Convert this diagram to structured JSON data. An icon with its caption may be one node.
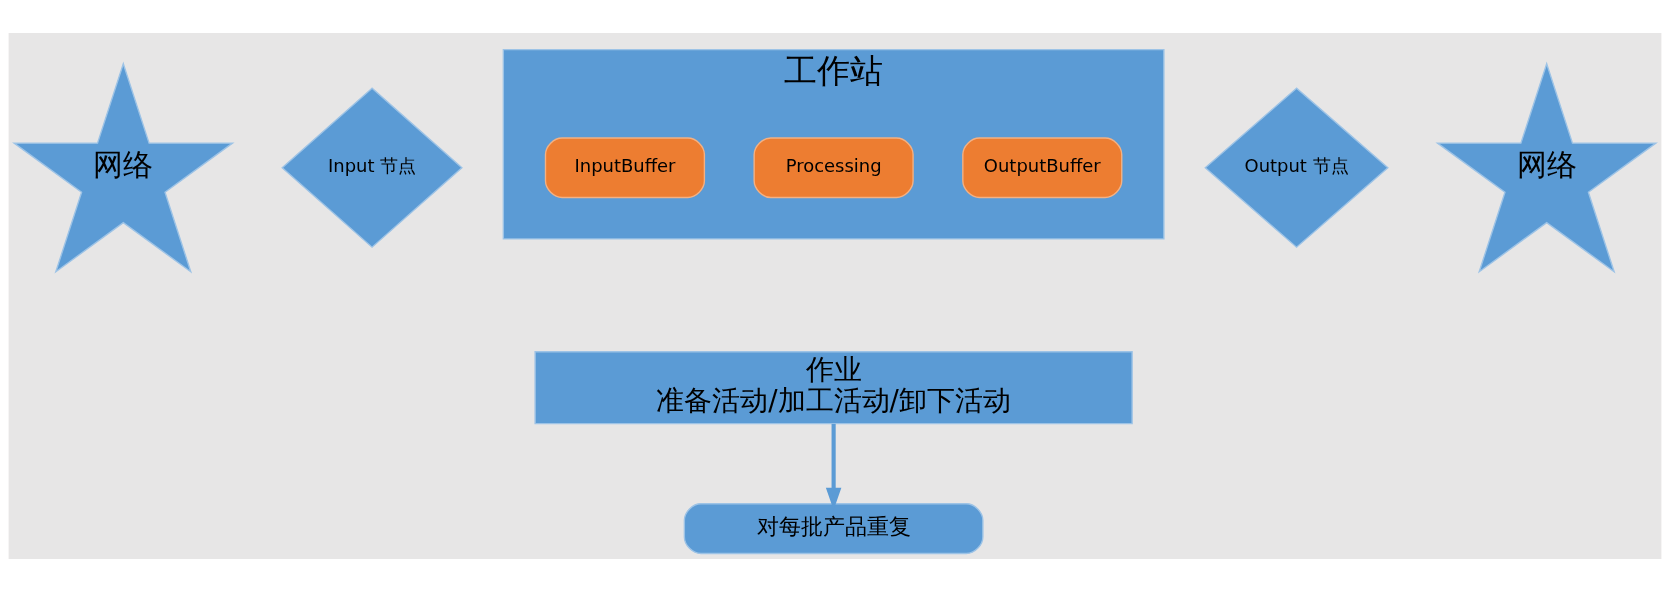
{
  "diagram": {
    "nodes": [
      {
        "text": [
          "网络"
        ]
      },
      {
        "text": [
          "Input 节点"
        ]
      },
      {
        "text": [
          "工作站"
        ]
      },
      {
        "text": [
          "InputBuffer"
        ],
        "in": 2
      },
      {
        "text": [
          "Processing"
        ],
        "in": 2
      },
      {
        "text": [
          "OutputBuffer"
        ],
        "in": 2
      },
      {
        "text": [
          "Output 节点"
        ]
      },
      {
        "text": [
          "网络"
        ]
      },
      {
        "text": [
          "作业",
          "准备活动/加工活动/卸下活动"
        ]
      },
      {
        "text": [
          "对每批产品重复"
        ]
      }
    ],
    "edges": [
      {
        "from": 8,
        "to": 9,
        "arrow": "to"
      }
    ]
  }
}
